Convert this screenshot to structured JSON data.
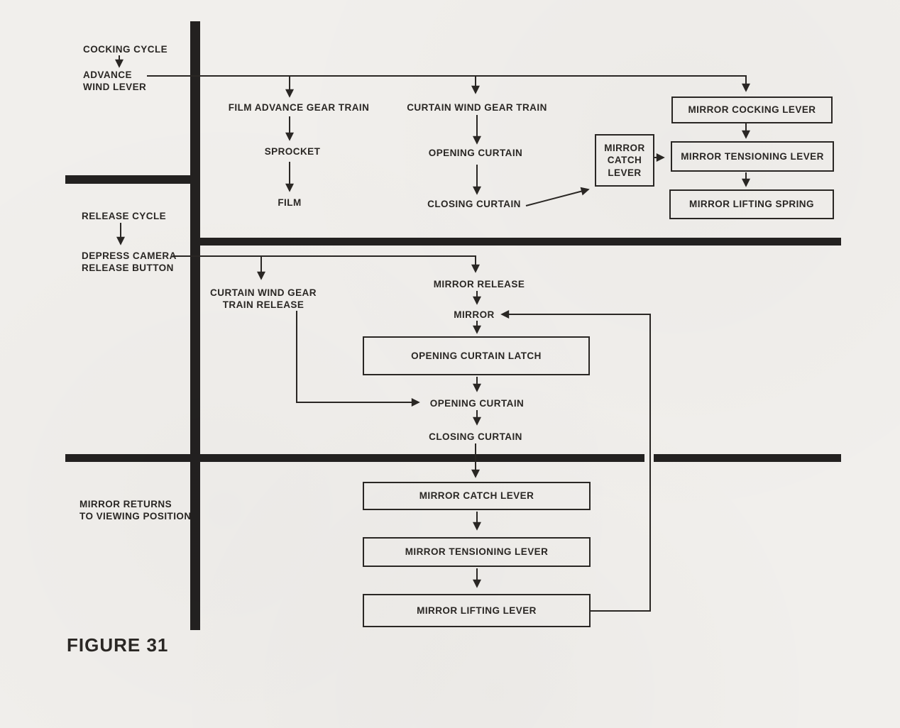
{
  "colors": {
    "ink": "#2a2724",
    "bar": "#232120",
    "paper": "#f1efec"
  },
  "cocking_cycle": {
    "title": "COCKING CYCLE",
    "trigger": "ADVANCE\nWIND LEVER",
    "film_train": "FILM ADVANCE GEAR TRAIN",
    "sprocket": "SPROCKET",
    "film": "FILM",
    "curtain_train": "CURTAIN WIND GEAR TRAIN",
    "opening_curtain": "OPENING CURTAIN",
    "closing_curtain": "CLOSING CURTAIN",
    "mirror_cocking_lever": "MIRROR COCKING LEVER",
    "mirror_tensioning_lever": "MIRROR TENSIONING LEVER",
    "mirror_lifting_spring": "MIRROR LIFTING SPRING",
    "mirror_catch_lever": "MIRROR\nCATCH\nLEVER"
  },
  "release_cycle": {
    "title": "RELEASE CYCLE",
    "trigger": "DEPRESS CAMERA\nRELEASE BUTTON",
    "curtain_release": "CURTAIN WIND GEAR\nTRAIN RELEASE",
    "mirror_release": "MIRROR RELEASE",
    "mirror": "MIRROR",
    "opening_curtain_latch": "OPENING CURTAIN LATCH",
    "opening_curtain": "OPENING CURTAIN",
    "closing_curtain": "CLOSING CURTAIN"
  },
  "mirror_return": {
    "title": "MIRROR RETURNS\nTO VIEWING POSITION",
    "mirror_catch_lever": "MIRROR CATCH LEVER",
    "mirror_tensioning_lever": "MIRROR TENSIONING LEVER",
    "mirror_lifting_lever": "MIRROR LIFTING LEVER"
  },
  "figure_caption": "FIGURE 31"
}
